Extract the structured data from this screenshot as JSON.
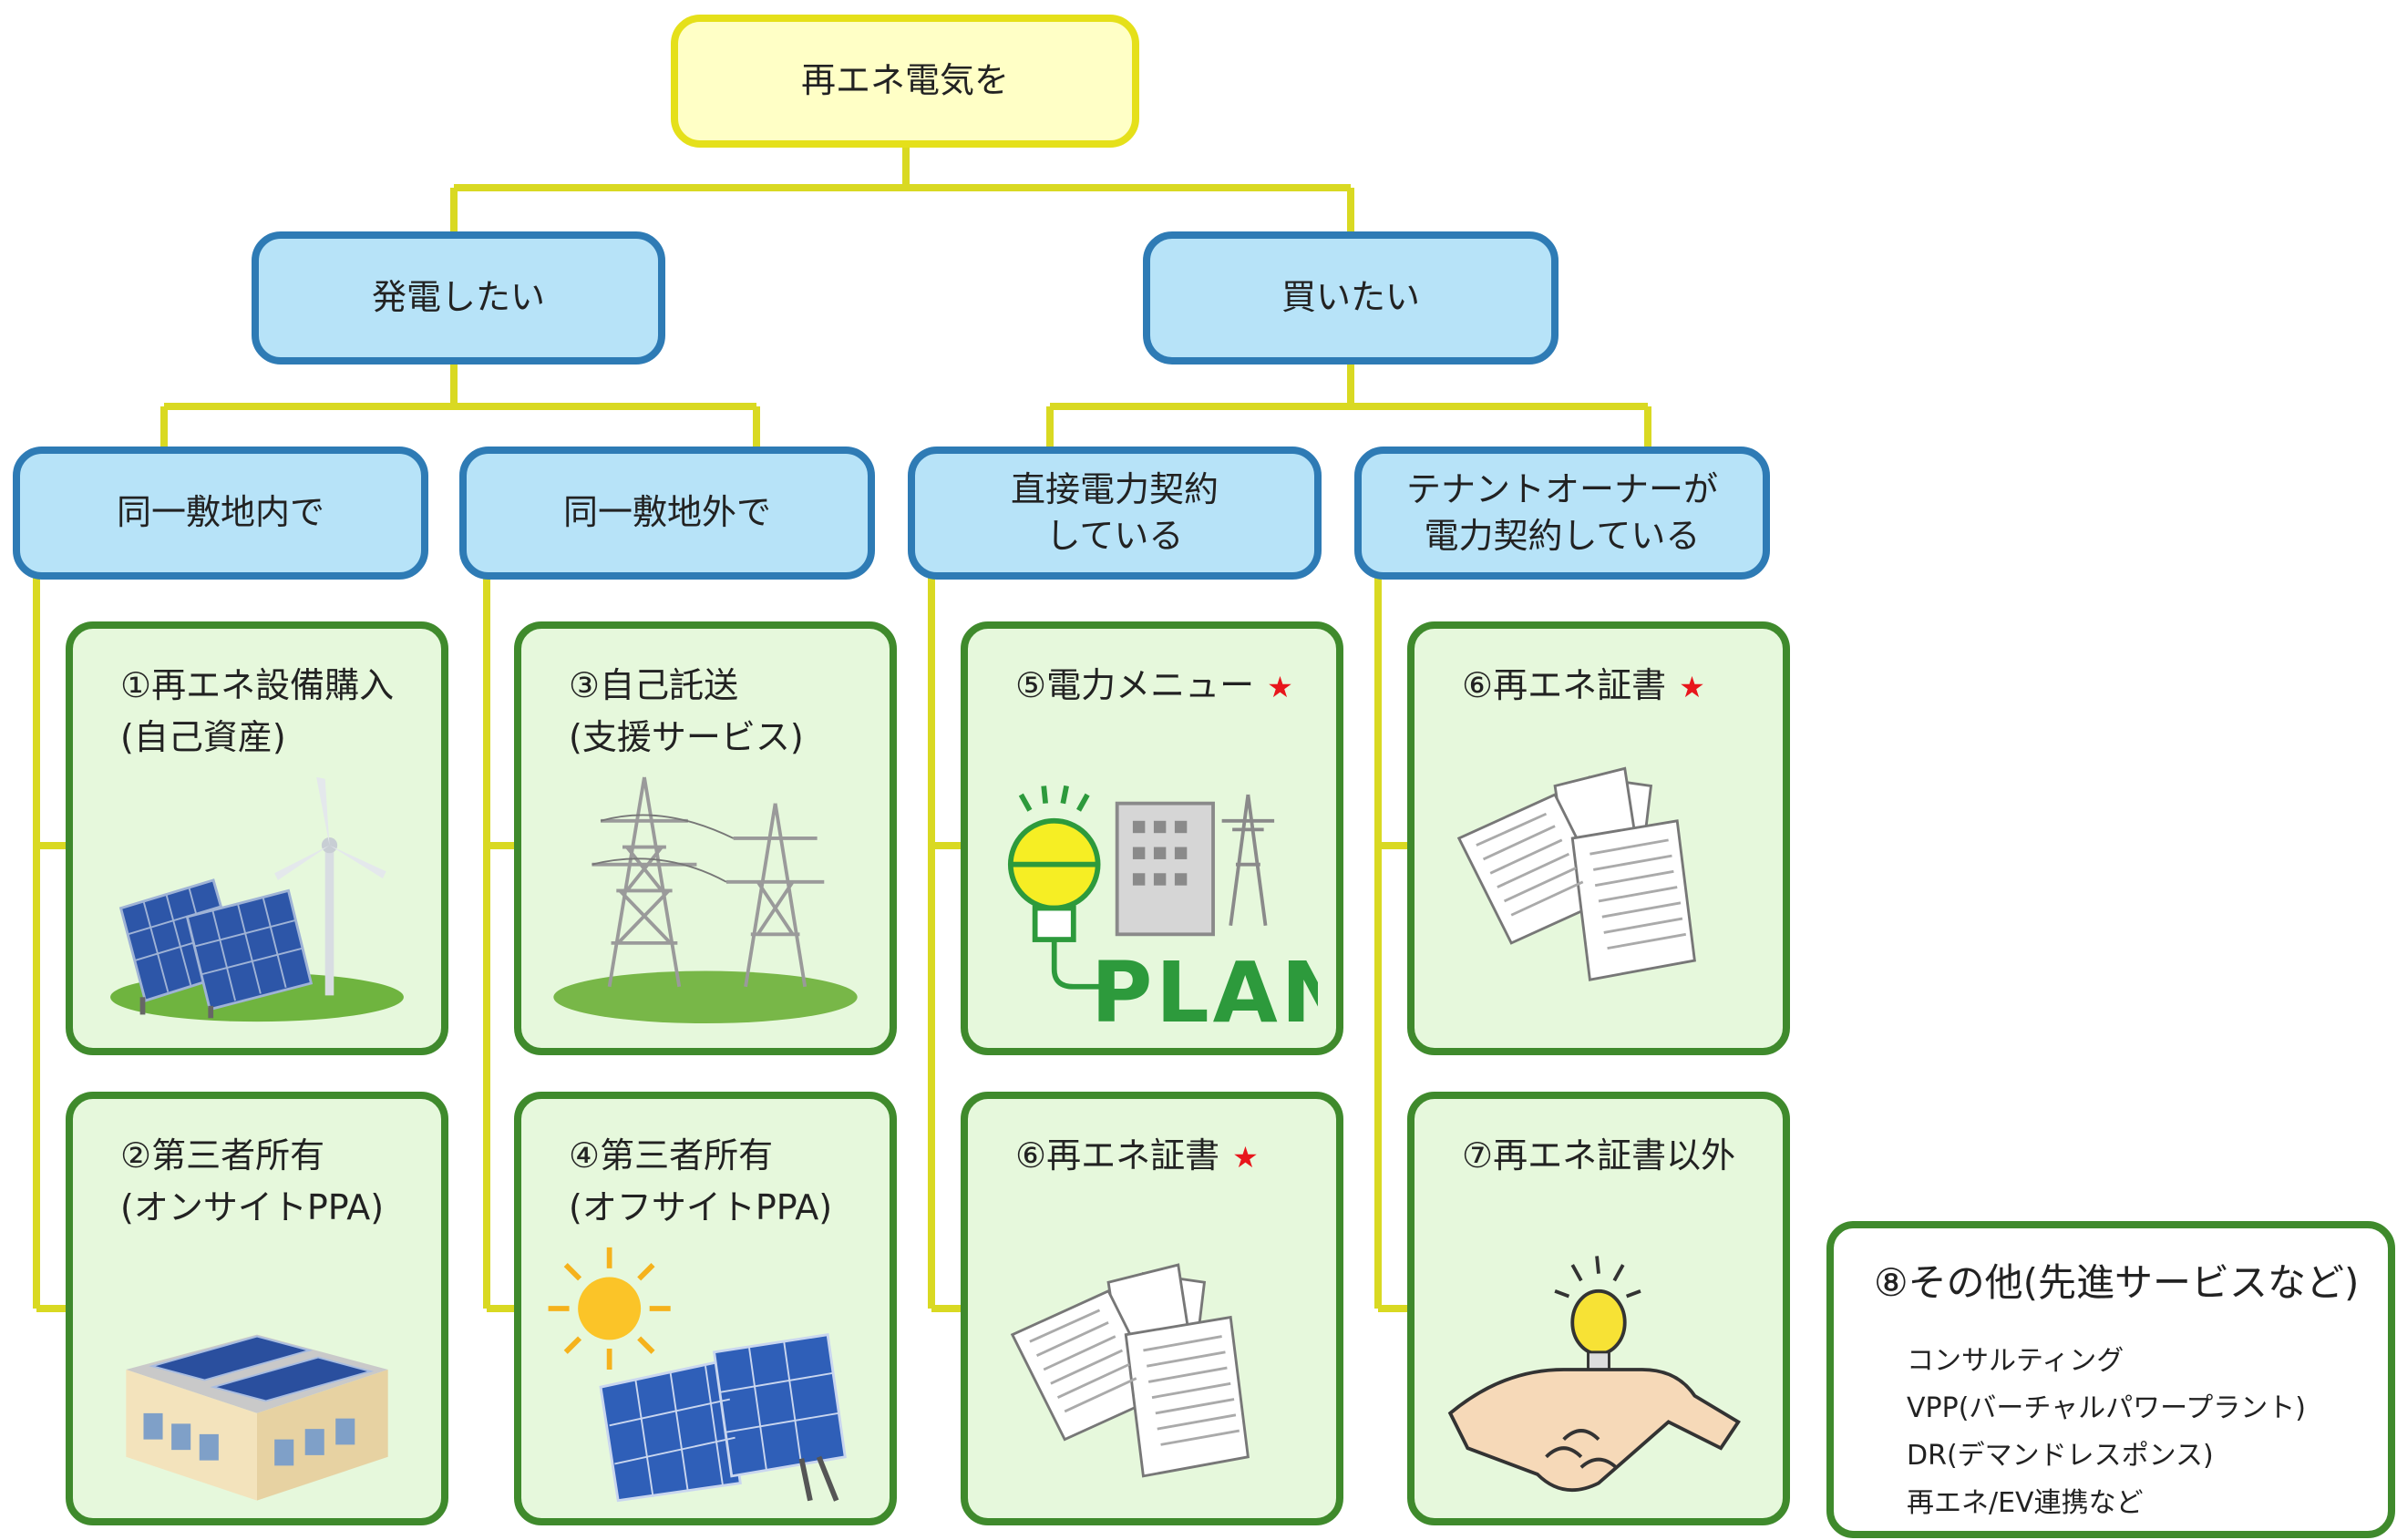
{
  "root": {
    "label": "再エネ電気を"
  },
  "categories": [
    {
      "label": "発電したい"
    },
    {
      "label": "買いたい"
    }
  ],
  "subcategories": [
    {
      "lines": [
        "同一敷地内で"
      ]
    },
    {
      "lines": [
        "同一敷地外で"
      ]
    },
    {
      "lines": [
        "直接電力契約",
        "している"
      ]
    },
    {
      "lines": [
        "テナントオーナーが",
        "電力契約している"
      ]
    }
  ],
  "options": [
    {
      "line1": "①再エネ設備購入",
      "line2": "(自己資産)",
      "star": false,
      "icon": "solar-wind-icon"
    },
    {
      "line1": "②第三者所有",
      "line2": "(オンサイトPPA)",
      "star": false,
      "icon": "solar-roof-building-icon"
    },
    {
      "line1": "③自己託送",
      "line2": "(支援サービス)",
      "star": false,
      "icon": "transmission-tower-icon"
    },
    {
      "line1": "④第三者所有",
      "line2": "(オフサイトPPA)",
      "star": false,
      "icon": "sun-solar-panel-icon"
    },
    {
      "line1": "⑤電力メニュー",
      "line2": "",
      "star": true,
      "icon": "lightbulb-plan-icon"
    },
    {
      "line1": "⑥再エネ証書",
      "line2": "",
      "star": true,
      "icon": "documents-icon"
    },
    {
      "line1": "⑥再エネ証書",
      "line2": "",
      "star": true,
      "icon": "documents-icon"
    },
    {
      "line1": "⑦再エネ証書以外",
      "line2": "",
      "star": false,
      "icon": "handshake-idea-icon"
    }
  ],
  "star_symbol": "★",
  "other": {
    "title": "⑧その他(先進サービスなど)",
    "items": [
      "コンサルティング",
      "VPP(バーチャルパワープラント)",
      "DR(デマンドレスポンス)",
      "再エネ/EV連携など"
    ]
  },
  "colors": {
    "connector": "#d9d922",
    "root_fill": "#ffffc6",
    "root_border": "#e5e01a",
    "category_fill": "#b7e3f8",
    "category_border": "#2e7bb5",
    "card_fill": "#e6f8dc",
    "card_border": "#3f8a2c",
    "star": "#e8161c"
  }
}
